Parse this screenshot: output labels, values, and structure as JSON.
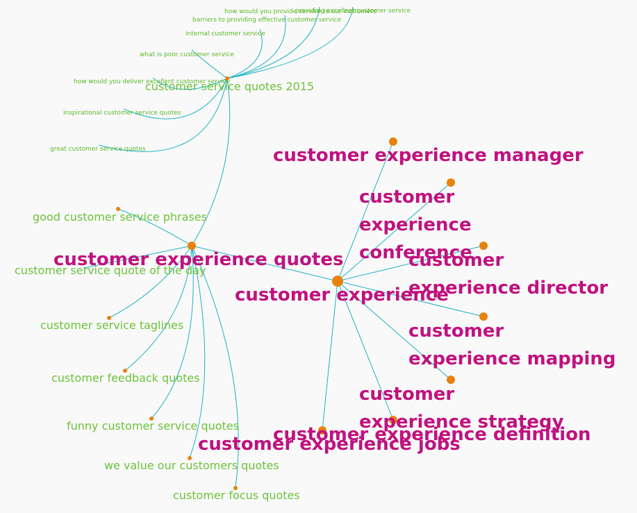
{
  "colors": {
    "background": "#f9f9f9",
    "edge": "#1db3c2",
    "node": "#e8820c",
    "primary_label": "#c0127f",
    "secondary_label": "#5cb82a"
  },
  "root": {
    "label": "customer experience"
  },
  "primary_nodes": [
    "customer experience manager",
    "customer experience conference",
    "customer experience director",
    "customer experience mapping",
    "customer experience strategy",
    "customer experience definition",
    "customer experience jobs",
    "customer experience quotes"
  ],
  "quotes_children": [
    "good customer service phrases",
    "customer service quote of the day",
    "customer service taglines",
    "customer feedback quotes",
    "funny customer service quotes",
    "we value our customers quotes",
    "customer focus quotes",
    "customer service quotes 2015"
  ],
  "quotes2015_children": [
    "providing excellent customer service",
    "how would you provide service to our customers",
    "barriers to providing effective customer service",
    "internal customer service",
    "what is poor customer service",
    "how would you deliver excellent customer service",
    "inspirational customer service quotes",
    "great customer service quotes"
  ]
}
